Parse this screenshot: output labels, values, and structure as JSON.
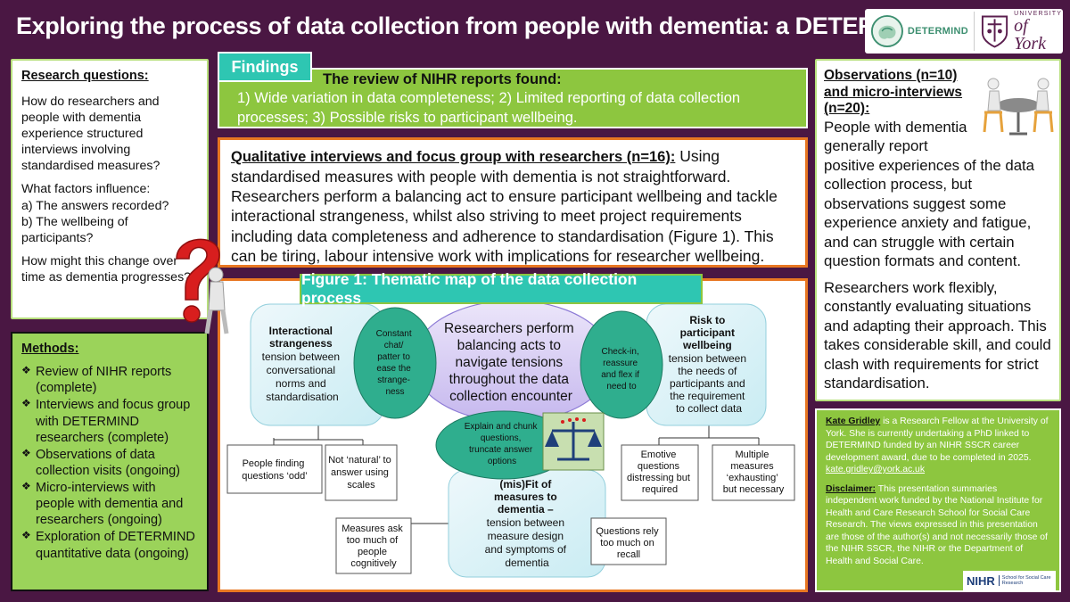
{
  "header": {
    "title": "Exploring the process of data collection from people with dementia: a DETERMIND PhD",
    "logo_determind": "DETERMIND",
    "logo_york_small": "UNIVERSITY",
    "logo_york_big": "of York"
  },
  "research_questions": {
    "heading": "Research questions:",
    "q1": "How do researchers and people with dementia experience structured interviews involving standardised measures?",
    "q2_intro": "What factors influence:",
    "q2_a": "a) The answers recorded?",
    "q2_b": "b) The wellbeing of participants?",
    "q3": "How might this change over time as dementia progresses?"
  },
  "methods": {
    "heading": "Methods:",
    "items": [
      "Review of NIHR reports (complete)",
      "Interviews and focus group with DETERMIND researchers (complete)",
      "Observations of data collection visits (ongoing)",
      "Micro-interviews with people with dementia and researchers (ongoing)",
      "Exploration of DETERMIND quantitative data (ongoing)"
    ]
  },
  "findings": {
    "tab_label": "Findings",
    "heading": "The review of NIHR reports found:",
    "text": "1) Wide variation in data completeness; 2) Limited reporting of data collection processes; 3) Possible risks to participant wellbeing."
  },
  "qualitative": {
    "heading": "Qualitative interviews and focus group with researchers (n=16):",
    "text": "Using standardised measures with people with dementia is not straightforward. Researchers perform a balancing act to ensure participant wellbeing and tackle interactional strangeness, whilst also striving to meet project requirements including data completeness and adherence to standardisation (Figure 1). This can be tiring, labour intensive work with implications for researcher wellbeing."
  },
  "figure": {
    "title": "Figure 1: Thematic map of the data collection process",
    "center": [
      "Researchers perform",
      "balancing acts to",
      "navigate tensions",
      "throughout the data",
      "collection encounter"
    ],
    "left_bold": [
      "Interactional",
      "strangeness"
    ],
    "left_rest": [
      "tension between",
      "conversational",
      "norms and",
      "standardisation"
    ],
    "left_circle": [
      "Constant",
      "chat/",
      "patter to",
      "ease the",
      "strange-",
      "ness"
    ],
    "right_bold": [
      "Risk to",
      "participant",
      "wellbeing"
    ],
    "right_rest": [
      "tension between",
      "the needs of",
      "participants and",
      "the requirement",
      "to collect data"
    ],
    "right_circle": [
      "Check-in,",
      "reassure",
      "and flex if",
      "need to"
    ],
    "bottom_oval": [
      "Explain and chunk",
      "questions,",
      "truncate answer",
      "options"
    ],
    "bottom_bold": [
      "(mis)Fit of",
      "measures to",
      "dementia –"
    ],
    "bottom_rest": [
      "tension between",
      "measure design",
      "and symptoms of",
      "dementia"
    ],
    "sub_left1": [
      "People finding",
      "questions ‘odd’"
    ],
    "sub_left2": [
      "Not ‘natural’ to",
      "answer using",
      "scales"
    ],
    "sub_right1": [
      "Emotive",
      "questions",
      "distressing but",
      "required"
    ],
    "sub_right2": [
      "Multiple",
      "measures",
      "‘exhausting’",
      "but necessary"
    ],
    "sub_bottom1": [
      "Measures ask",
      "too much of",
      "people",
      "cognitively"
    ],
    "sub_bottom2": [
      "Questions rely",
      "too much on",
      "recall"
    ]
  },
  "observations": {
    "heading": "Observations (n=10) and micro-interviews (n=20):",
    "p1": "People with dementia generally report positive experiences of the data collection process, but observations suggest some experience anxiety and fatigue, and can struggle with certain question formats and content.",
    "p2": "Researchers work flexibly, constantly evaluating situations and adapting their approach. This takes considerable skill, and could clash with requirements for strict standardisation."
  },
  "bio": {
    "name": "Kate Gridley",
    "text": "is a Research Fellow at the University of York. She is currently undertaking a PhD linked to DETERMIND funded by an NIHR SSCR career development award, due to be completed in 2025.",
    "email": "kate.gridley@york.ac.uk",
    "disclaimer_heading": "Disclaimer:",
    "disclaimer": "This presentation summaries independent work funded by the National Institute for Health and Care Research School for Social Care Research. The views expressed in this presentation are those of the author(s) and not necessarily those of the NIHR SSCR, the NIHR or the Department of Health and Social Care.",
    "nihr": "NIHR",
    "nihr_sub": "School for Social Care Research"
  },
  "colors": {
    "background": "#4a1743",
    "green": "#8dc63f",
    "teal": "#2ec6b2",
    "orange": "#e87722"
  }
}
